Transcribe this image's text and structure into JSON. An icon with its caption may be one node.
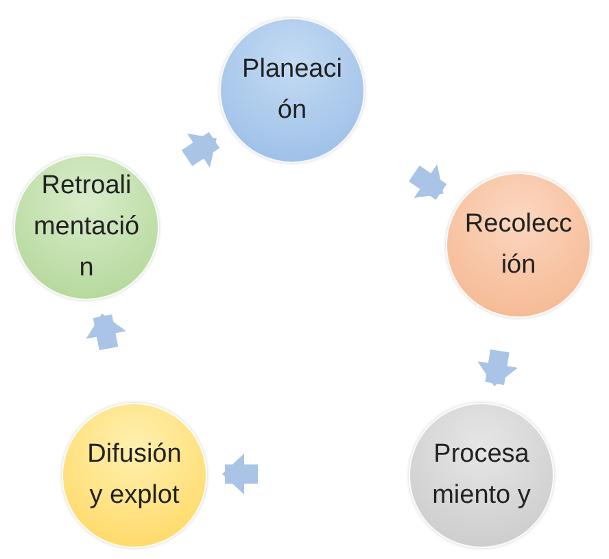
{
  "diagram": {
    "nodes": [
      {
        "text": [
          "Planeación"
        ]
      },
      {
        "text": [
          "Recolección"
        ]
      },
      {
        "text": [
          "Procesamiento y"
        ]
      },
      {
        "text": [
          "Difusión y explot"
        ]
      },
      {
        "text": [
          "Retroalimentación"
        ]
      }
    ],
    "edges": [
      {
        "from": 0,
        "to": 1,
        "arrow": "to"
      },
      {
        "from": 1,
        "to": 2,
        "arrow": "to"
      },
      {
        "from": 2,
        "to": 3,
        "arrow": "to"
      },
      {
        "from": 3,
        "to": 4,
        "arrow": "to"
      },
      {
        "from": 4,
        "to": 0,
        "arrow": "to"
      }
    ]
  }
}
